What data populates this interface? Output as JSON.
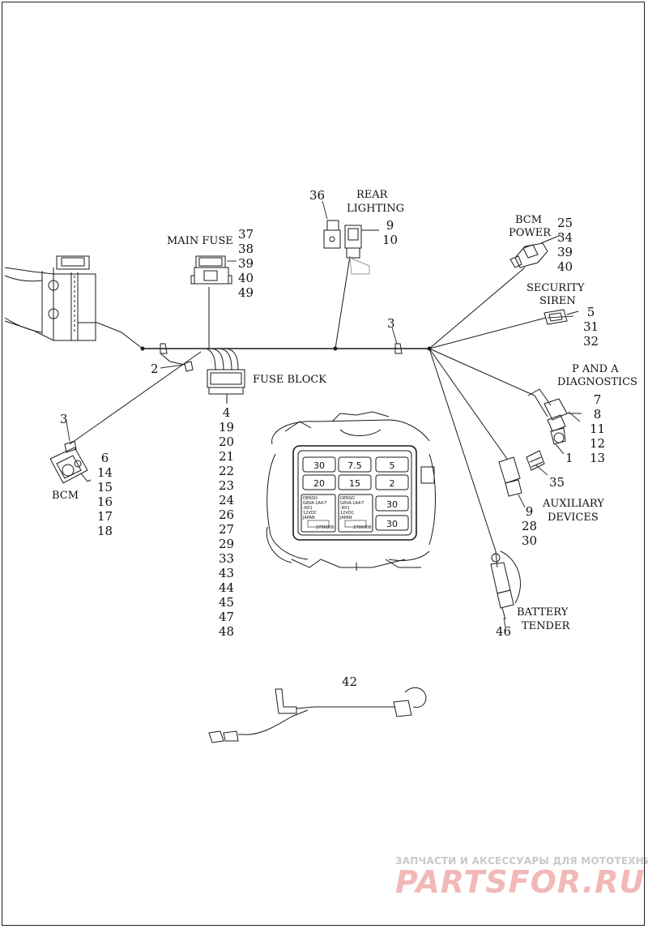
{
  "labels": {
    "main_fuse": "MAIN FUSE",
    "rear_lighting_1": "REAR",
    "rear_lighting_2": "LIGHTING",
    "bcm_power_1": "BCM",
    "bcm_power_2": "POWER",
    "security_siren_1": "SECURITY",
    "security_siren_2": "SIREN",
    "p_and_a_1": "P AND A",
    "p_and_a_2": "DIAGNOSTICS",
    "fuse_block": "FUSE BLOCK",
    "bcm": "BCM",
    "auxiliary_1": "AUXILIARY",
    "auxiliary_2": "DEVICES",
    "battery_tender_1": "BATTERY",
    "battery_tender_2": "TENDER"
  },
  "callouts": {
    "main_fuse": [
      "37",
      "38",
      "39",
      "40",
      "49"
    ],
    "rear_lighting": [
      "9",
      "10"
    ],
    "n36": "36",
    "bcm_power": [
      "25",
      "34",
      "39",
      "40"
    ],
    "security_siren": [
      "5",
      "31",
      "32"
    ],
    "p_and_a": [
      "7",
      "8",
      "11",
      "12",
      "13"
    ],
    "n1": "1",
    "n35": "35",
    "auxiliary": [
      "9",
      "28",
      "30"
    ],
    "n3_top": "3",
    "n3_left": "3",
    "n2": "2",
    "bcm": [
      "6",
      "14",
      "15",
      "16",
      "17",
      "18"
    ],
    "fuse_block": [
      "4",
      "19",
      "20",
      "21",
      "22",
      "23",
      "24",
      "26",
      "27",
      "29",
      "33",
      "43",
      "44",
      "45",
      "47",
      "48"
    ],
    "battery_tender": "46",
    "n42": "42"
  },
  "fuse_values": [
    "30",
    "7.5",
    "5",
    "20",
    "15",
    "2",
    "30",
    "30"
  ],
  "relay_text": {
    "r1": [
      "DENSO",
      "G8VA-1A4-T",
      "-R01",
      "12VDC",
      "JAPAN"
    ],
    "r2": [
      "DENSO",
      "G8VA-1A4-T",
      "-R01",
      "12VDC",
      "JAPAN"
    ],
    "code": "2706908"
  },
  "watermark": {
    "small": "ЗАПЧАСТИ И АКСЕССУАРЫ ДЛЯ МОТОТЕХНИКИ",
    "logo": "PARTSFOR.RU"
  }
}
